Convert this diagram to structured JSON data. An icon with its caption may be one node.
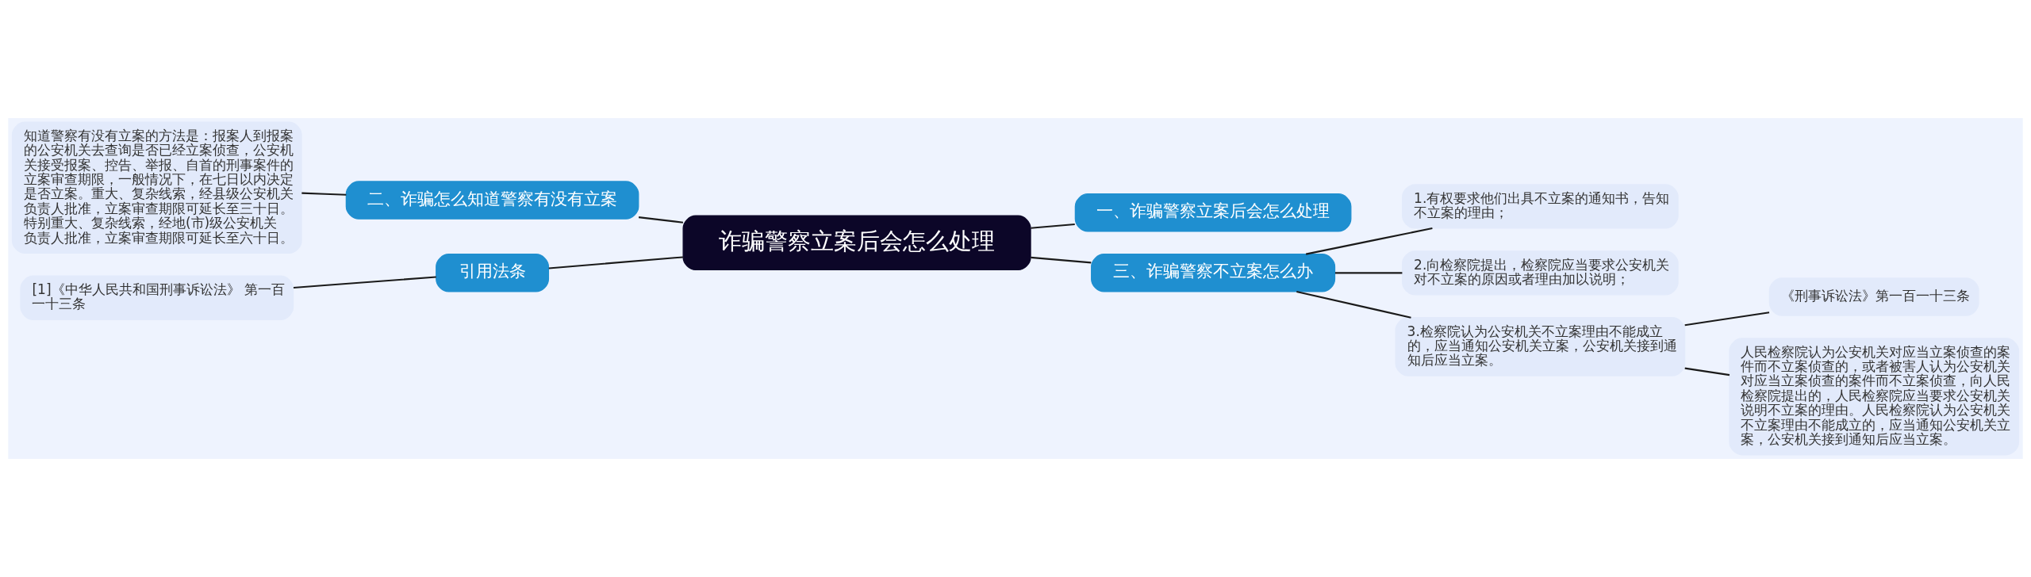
{
  "diagram": {
    "nodes": [
      {
        "text": [
          "诈骗警察立案后会怎么处理"
        ]
      },
      {
        "text": [
          "一、诈骗警察立案后会怎么处理"
        ]
      },
      {
        "text": [
          "三、诈骗警察不立案怎么办"
        ]
      },
      {
        "text": [
          "1.有权要求他们出具不立案的通知书，告知不立案的理由；"
        ]
      },
      {
        "text": [
          "2.向检察院提出，检察院应当要求公安机关对不立案的原因或者理由加以说明；"
        ]
      },
      {
        "text": [
          "3.检察院认为公安机关不立案理由不能成立的，应当通知公安机关立案，公安机关接到通知后应当立案。"
        ]
      },
      {
        "text": [
          "《刑事诉讼法》第一百一十三条"
        ]
      },
      {
        "text": [
          "人民检察院认为公安机关对应当立案侦查的案件而不立案侦查的，或者被害人认为公安机关对应当立案侦查的案件而不立案侦查，向人民检察院提出的，人民检察院应当要求公安机关说明不立案的理由。人民检察院认为公安机关不立案理由不能成立的，应当通知公安机关立案，公安机关接到通知后应当立案。"
        ]
      },
      {
        "text": [
          "二、诈骗怎么知道警察有没有立案"
        ]
      },
      {
        "text": [
          "知道警察有没有立案的方法是：报案人到报案的公安机关去查询是否已经立案侦查，公安机关接受报案、控告、举报、自首的刑事案件的立案审查期限，一般情况下，在七日以内决定是否立案。重大、复杂线索，经县级公安机关负责人批准，立案审查期限可延长至三十日。特别重大、复杂线索，经地(市)级公安机关负责人批准，立案审查期限可延长至六十日。"
        ]
      },
      {
        "text": [
          "引用法条"
        ]
      },
      {
        "text": [
          "[1]《中华人民共和国刑事诉讼法》 第一百一十三条"
        ]
      }
    ],
    "edges": [
      {
        "from": 0,
        "to": 1,
        "arrow": "none"
      },
      {
        "from": 0,
        "to": 2,
        "arrow": "none"
      },
      {
        "from": 2,
        "to": 3,
        "arrow": "none"
      },
      {
        "from": 2,
        "to": 4,
        "arrow": "none"
      },
      {
        "from": 2,
        "to": 5,
        "arrow": "none"
      },
      {
        "from": 5,
        "to": 6,
        "arrow": "none"
      },
      {
        "from": 5,
        "to": 7,
        "arrow": "none"
      },
      {
        "from": 0,
        "to": 8,
        "arrow": "none"
      },
      {
        "from": 8,
        "to": 9,
        "arrow": "none"
      },
      {
        "from": 0,
        "to": 10,
        "arrow": "none"
      },
      {
        "from": 10,
        "to": 11,
        "arrow": "none"
      }
    ]
  }
}
